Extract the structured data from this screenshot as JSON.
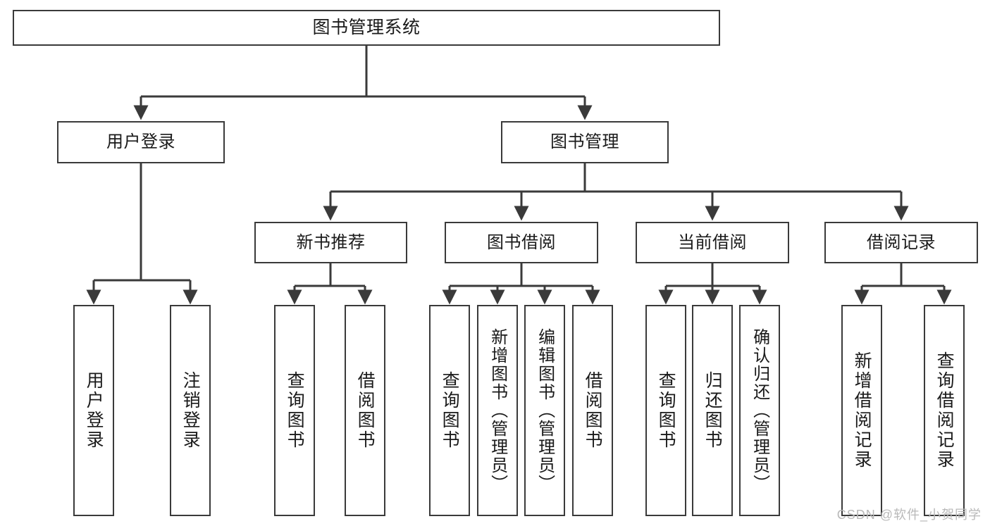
{
  "diagram": {
    "title": "图书管理系统",
    "type": "tree",
    "root": {
      "label": "图书管理系统"
    },
    "level1": [
      {
        "label": "用户登录"
      },
      {
        "label": "图书管理"
      }
    ],
    "level2": [
      {
        "label": "新书推荐"
      },
      {
        "label": "图书借阅"
      },
      {
        "label": "当前借阅"
      },
      {
        "label": "借阅记录"
      }
    ],
    "leaves": {
      "user_login": [
        {
          "label": "用户登录"
        },
        {
          "label": "注销登录"
        }
      ],
      "new_book": [
        {
          "label": "查询图书"
        },
        {
          "label": "借阅图书"
        }
      ],
      "book_borrow": [
        {
          "label": "查询图书"
        },
        {
          "label": "新增图书（管理员）"
        },
        {
          "label": "编辑图书（管理员）"
        },
        {
          "label": "借阅图书"
        }
      ],
      "current_borrow": [
        {
          "label": "查询图书"
        },
        {
          "label": "归还图书"
        },
        {
          "label": "确认归还（管理员）"
        }
      ],
      "borrow_record": [
        {
          "label": "新增借阅记录"
        },
        {
          "label": "查询借阅记录"
        }
      ]
    }
  },
  "watermark": {
    "text": "CSDN @软件_小贺同学"
  },
  "colors": {
    "stroke": "#3a3a3a",
    "background": "#ffffff",
    "text": "#1a1a1a",
    "watermark": "#b9b9b9"
  }
}
